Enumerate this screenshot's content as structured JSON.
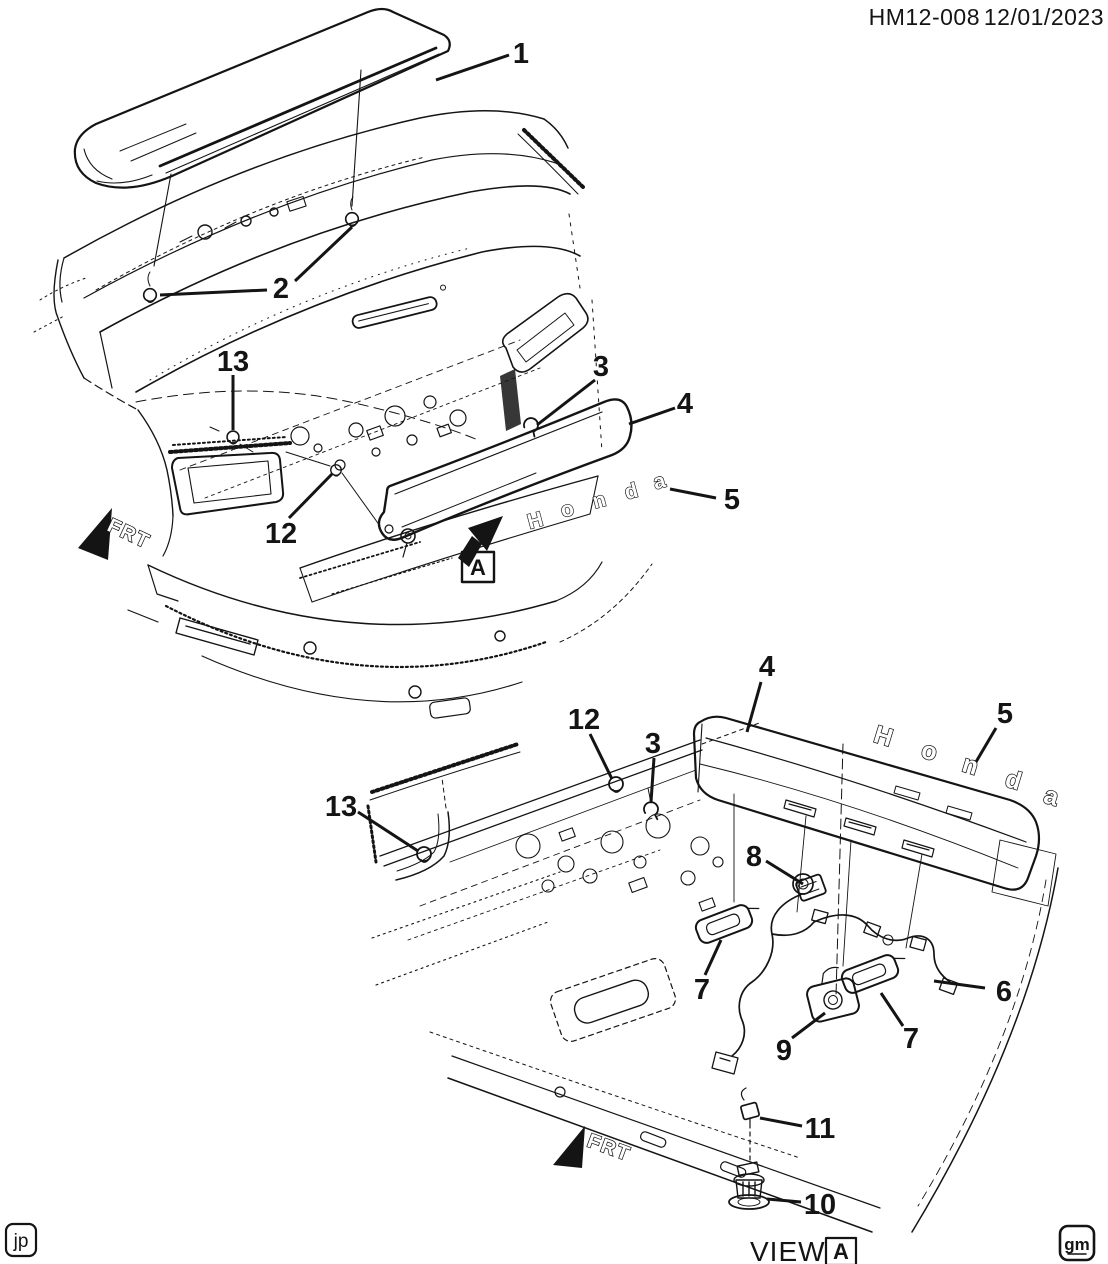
{
  "header": {
    "doc_code": "HM12-008",
    "date": "12/01/2023"
  },
  "callouts": {
    "c1": "1",
    "c2": "2",
    "c3": "3",
    "c4": "4",
    "c5": "5",
    "c6": "6",
    "c7": "7",
    "c8": "8",
    "c9": "9",
    "c10": "10",
    "c11": "11",
    "c12": "12",
    "c13": "13"
  },
  "emblem": {
    "letters": [
      "H",
      "o",
      "n",
      "d",
      "a"
    ]
  },
  "annotations": {
    "frt": "FRT",
    "view_label": "VIEW",
    "view_marker": "A"
  },
  "footer": {
    "publisher_stamp": "jp",
    "brand_stamp": "gm"
  },
  "colors": {
    "ink": "#141414",
    "paper": "#ffffff"
  }
}
